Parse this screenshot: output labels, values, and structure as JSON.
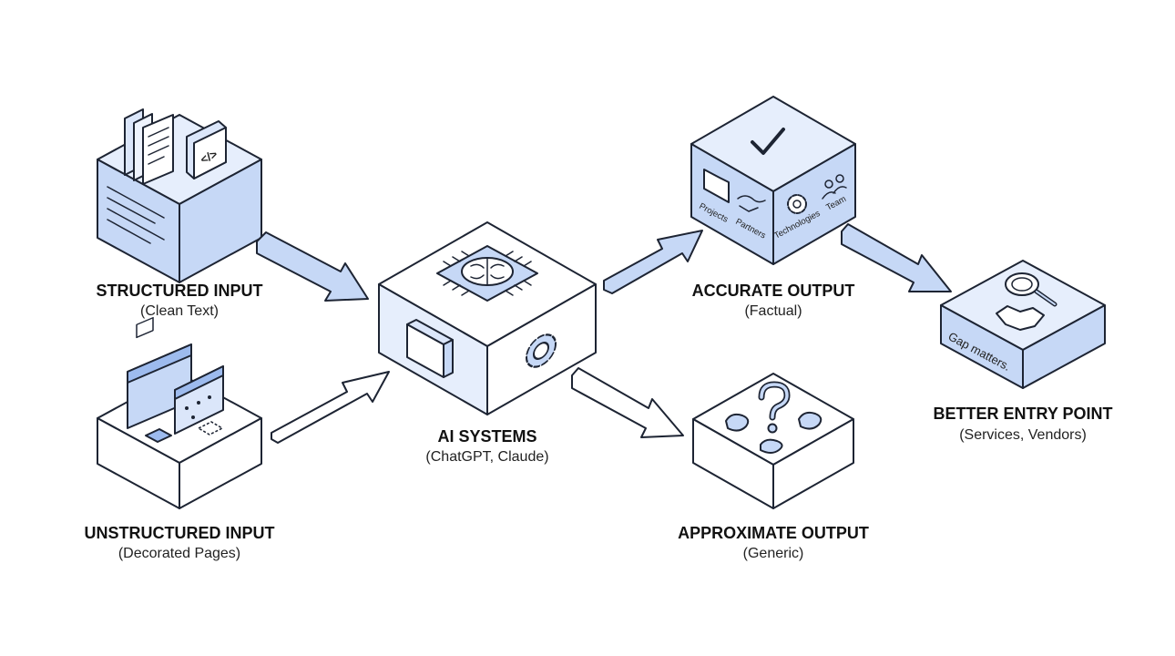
{
  "colors": {
    "accent": "#c6d8f6",
    "accent_light": "#e6eefc",
    "pale": "#eef3fd",
    "stroke": "#1d2433"
  },
  "nodes": {
    "structured_input": {
      "title": "STRUCTURED INPUT",
      "subtitle": "(Clean Text)",
      "icon": "document-stack-and-code-icon"
    },
    "unstructured_input": {
      "title": "UNSTRUCTURED INPUT",
      "subtitle": "(Decorated Pages)",
      "icon": "web-page-windows-icon"
    },
    "ai_systems": {
      "title": "AI SYSTEMS",
      "subtitle": "(ChatGPT, Claude)",
      "icon": "brain-chip-and-gear-icon"
    },
    "accurate_output": {
      "title": "ACCURATE OUTPUT",
      "subtitle": "(Factual)",
      "icon": "checkmark-icon",
      "face_labels": [
        "Projects",
        "Partners",
        "Technologies",
        "Team"
      ]
    },
    "approximate_output": {
      "title": "APPROXIMATE OUTPUT",
      "subtitle": "(Generic)",
      "icon": "question-mark-icon"
    },
    "better_entry_point": {
      "title": "BETTER ENTRY POINT",
      "subtitle": "(Services, Vendors)",
      "icon": "magnifier-handshake-icon",
      "note": "Gap matters."
    }
  }
}
